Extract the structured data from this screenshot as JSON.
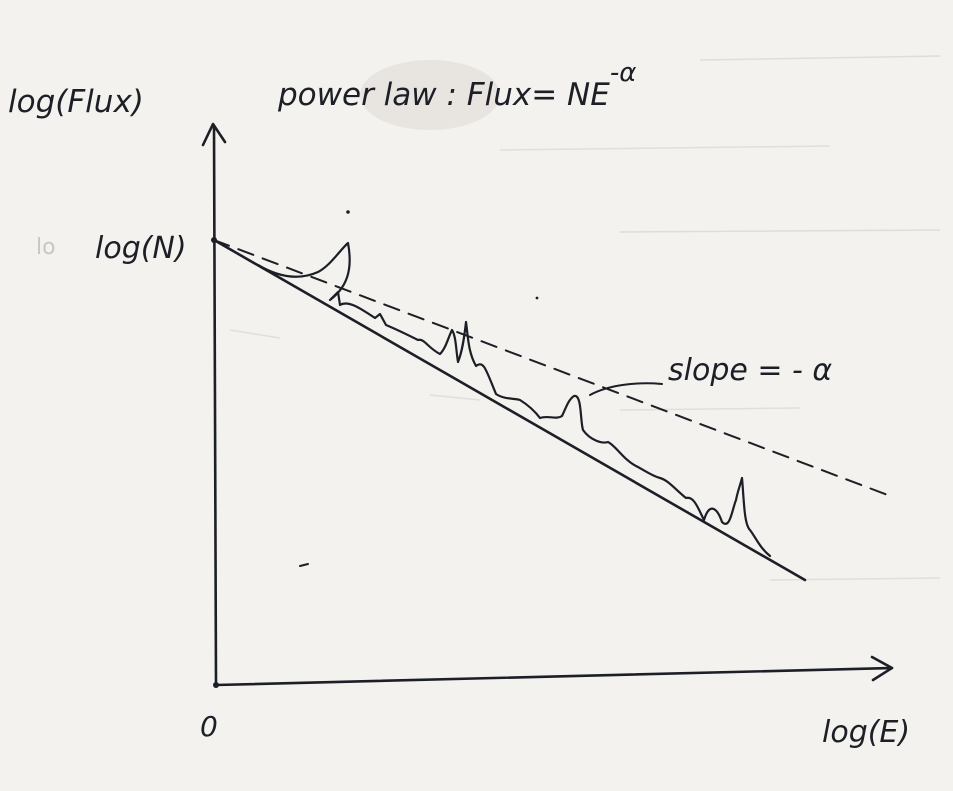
{
  "diagram": {
    "y_axis_label": "log(Flux)",
    "x_axis_label": "log(E)",
    "origin_label": "0",
    "intercept_label": "log(N)",
    "title_prefix": "power law : Flux= NE",
    "title_exponent": "-α",
    "slope_label": "slope = - α"
  },
  "colors": {
    "ink": "#1d1f27",
    "paper": "#f3f2ef",
    "bleed_through": "#c9c7c4"
  }
}
